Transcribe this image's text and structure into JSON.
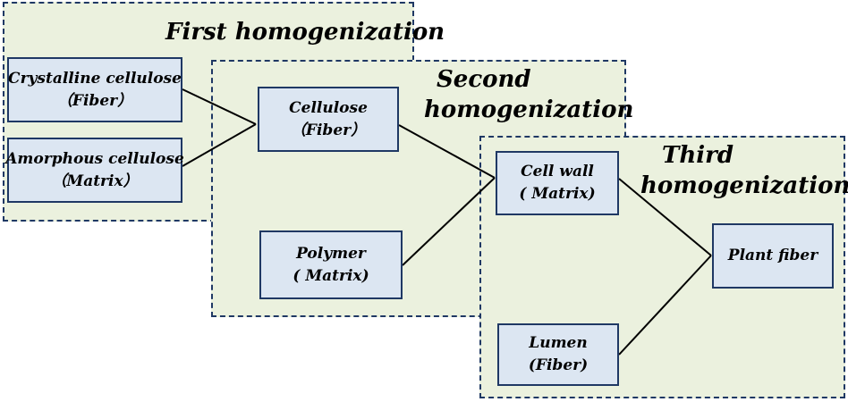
{
  "colors": {
    "group_fill": "#ebf1de",
    "group_border": "#1f3864",
    "node_fill": "#dce6f2",
    "node_border": "#1f3864",
    "connector": "#000000"
  },
  "stages": {
    "first": {
      "title": "First homogenization"
    },
    "second": {
      "title_line1": "Second",
      "title_line2": "homogenization"
    },
    "third": {
      "title_line1": "Third",
      "title_line2": "homogenization"
    }
  },
  "nodes": {
    "crystalline": {
      "line1": "Crystalline cellulose",
      "line2": "（Fiber）"
    },
    "amorphous": {
      "line1": "Amorphous cellulose",
      "line2": "（Matrix）"
    },
    "cellulose": {
      "line1": "Cellulose",
      "line2": "（Fiber）"
    },
    "polymer": {
      "line1": "Polymer",
      "line2": "( Matrix)"
    },
    "cellwall": {
      "line1": "Cell wall",
      "line2": "( Matrix)"
    },
    "lumen": {
      "line1": "Lumen",
      "line2": "(Fiber)"
    },
    "plantfiber": {
      "line1": "Plant fiber"
    }
  }
}
